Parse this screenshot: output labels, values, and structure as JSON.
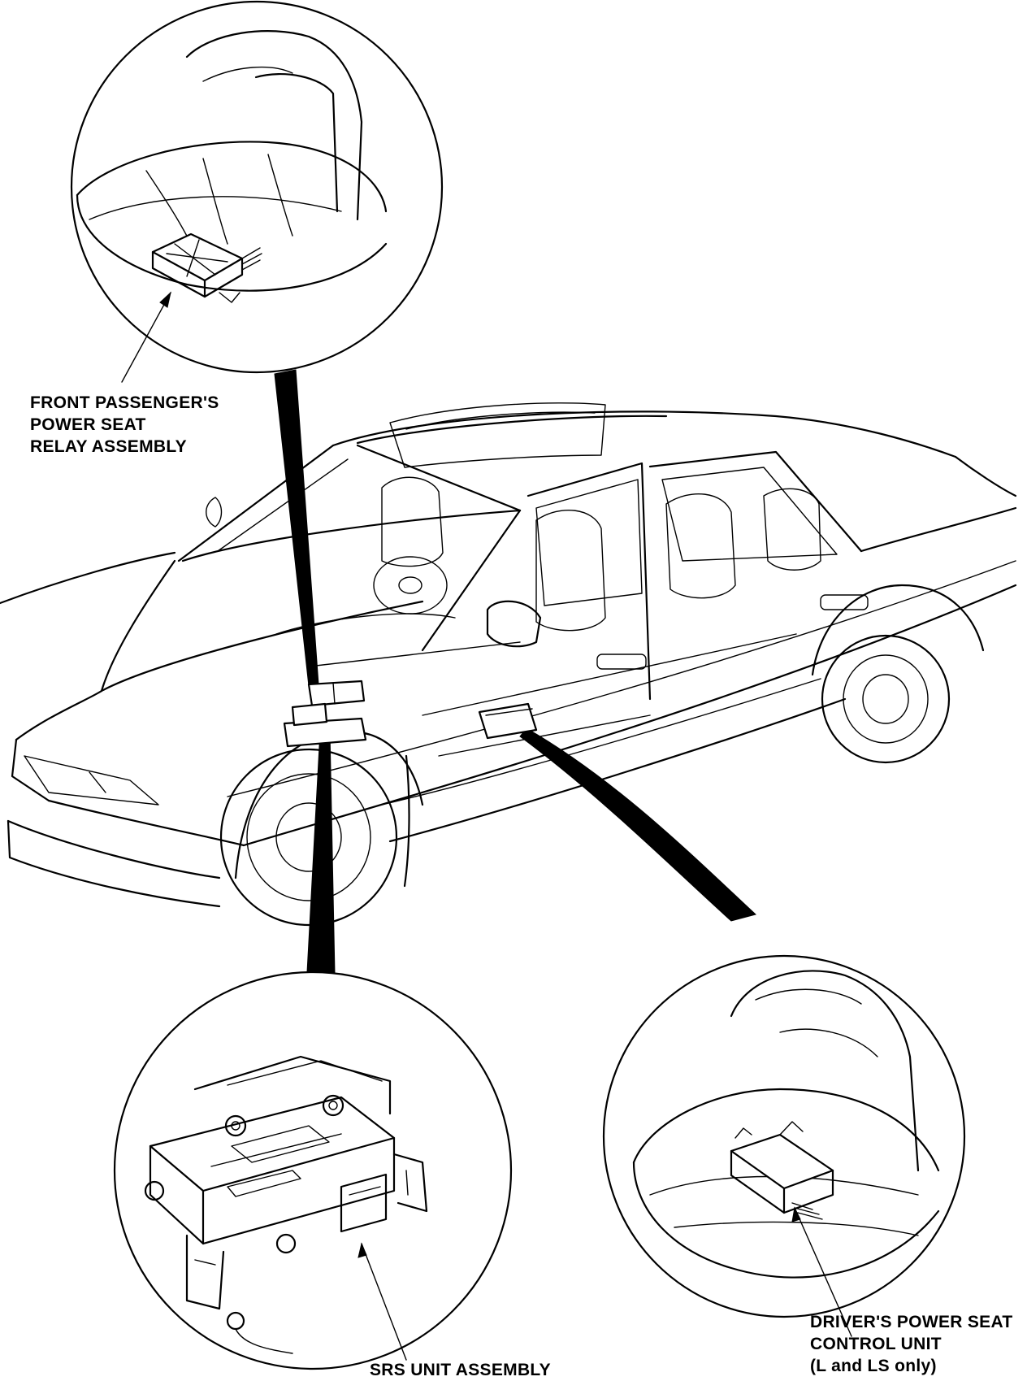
{
  "figure": {
    "callouts": {
      "passenger_relay": [
        "FRONT PASSENGER'S",
        "POWER SEAT",
        "RELAY ASSEMBLY"
      ],
      "srs_unit": [
        "SRS UNIT ASSEMBLY"
      ],
      "driver_control": [
        "DRIVER'S POWER SEAT",
        "CONTROL UNIT",
        "(L and LS only)"
      ]
    }
  }
}
